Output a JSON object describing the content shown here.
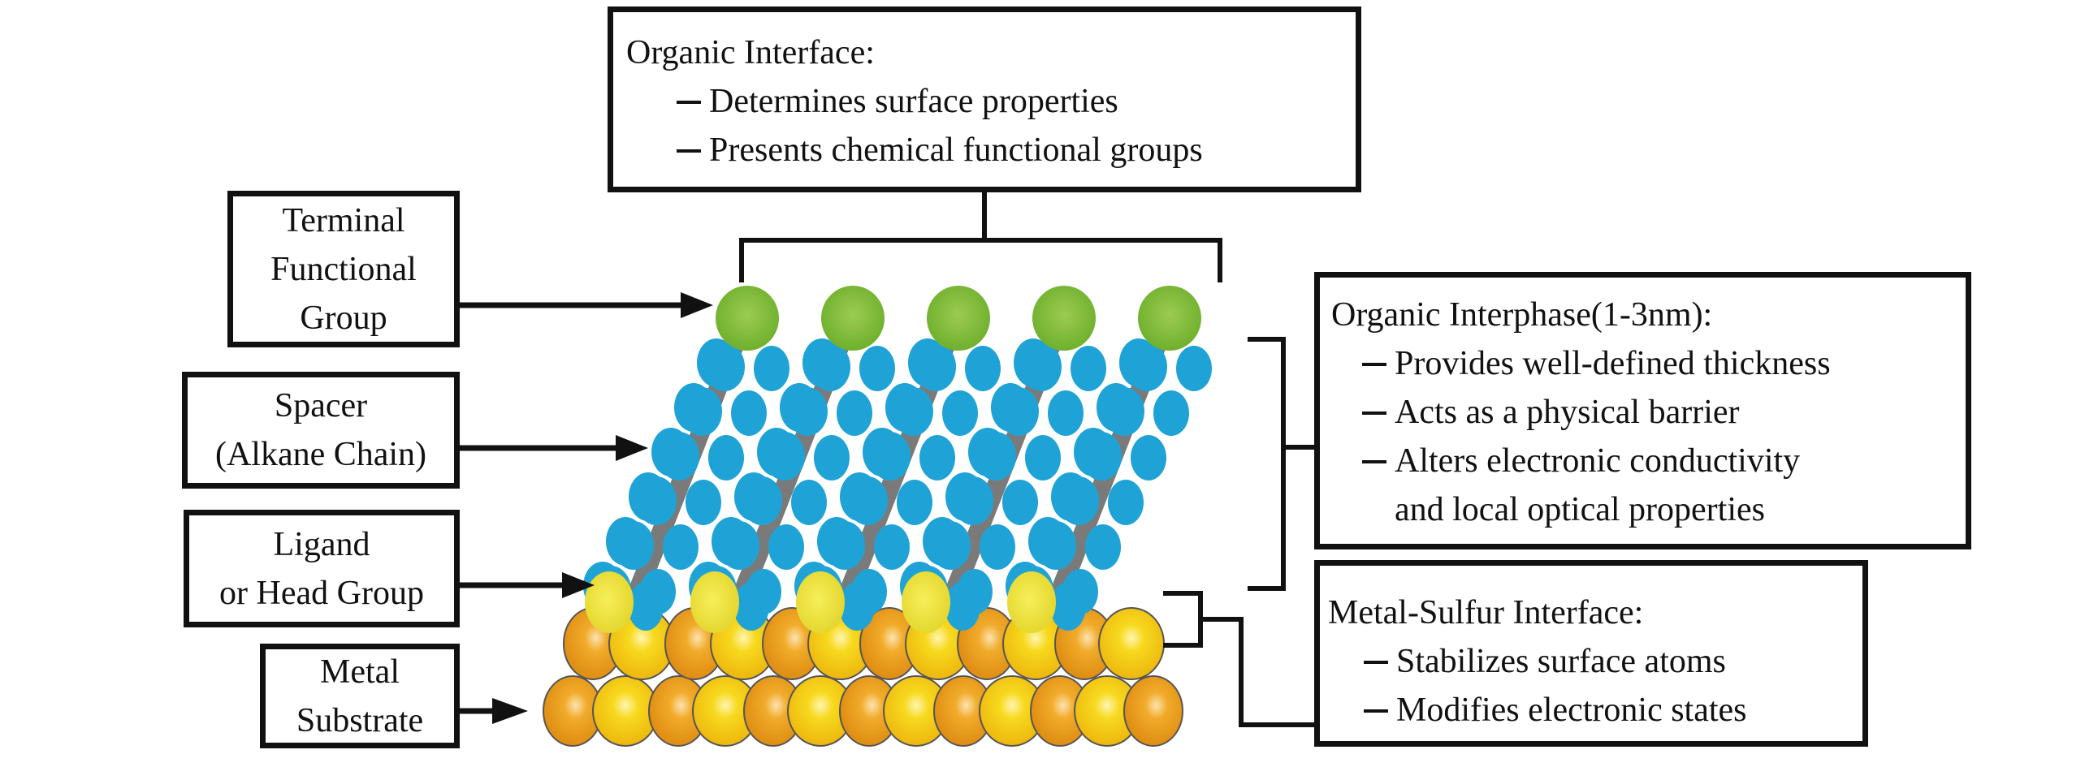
{
  "diagram": {
    "title": "Self-assembled monolayer structure on metal substrate",
    "left_labels": [
      {
        "id": "terminal",
        "lines": [
          "Terminal",
          "Functional",
          "Group"
        ]
      },
      {
        "id": "spacer",
        "lines": [
          "Spacer",
          "(Alkane Chain)"
        ]
      },
      {
        "id": "ligand",
        "lines": [
          "Ligand",
          "or Head Group"
        ]
      },
      {
        "id": "substrate",
        "lines": [
          "Metal",
          "Substrate"
        ]
      }
    ],
    "organic_interface": {
      "title": "Organic Interface:",
      "bullets": [
        "Determines surface properties",
        "Presents chemical functional groups"
      ]
    },
    "organic_interphase": {
      "title": "Organic Interphase(1-3nm):",
      "bullets": [
        "Provides well-defined thickness",
        "Acts as a physical barrier",
        "Alters electronic conductivity"
      ],
      "continuation": "and local optical properties"
    },
    "metal_sulfur_interface": {
      "title": "Metal-Sulfur Interface:",
      "bullets": [
        "Stabilizes surface atoms",
        "Modifies electronic states"
      ]
    },
    "molecule": {
      "chain_count": 5,
      "chain_layers": 6,
      "colors": {
        "terminal_group": "#7dbb35",
        "hydrogen": "#1fa3d6",
        "carbon": "#7a7a7a",
        "sulfur": "#f1e33a",
        "gold_light": "#f7cf16",
        "gold_dark": "#eda21e",
        "outline": "#111111"
      }
    }
  }
}
